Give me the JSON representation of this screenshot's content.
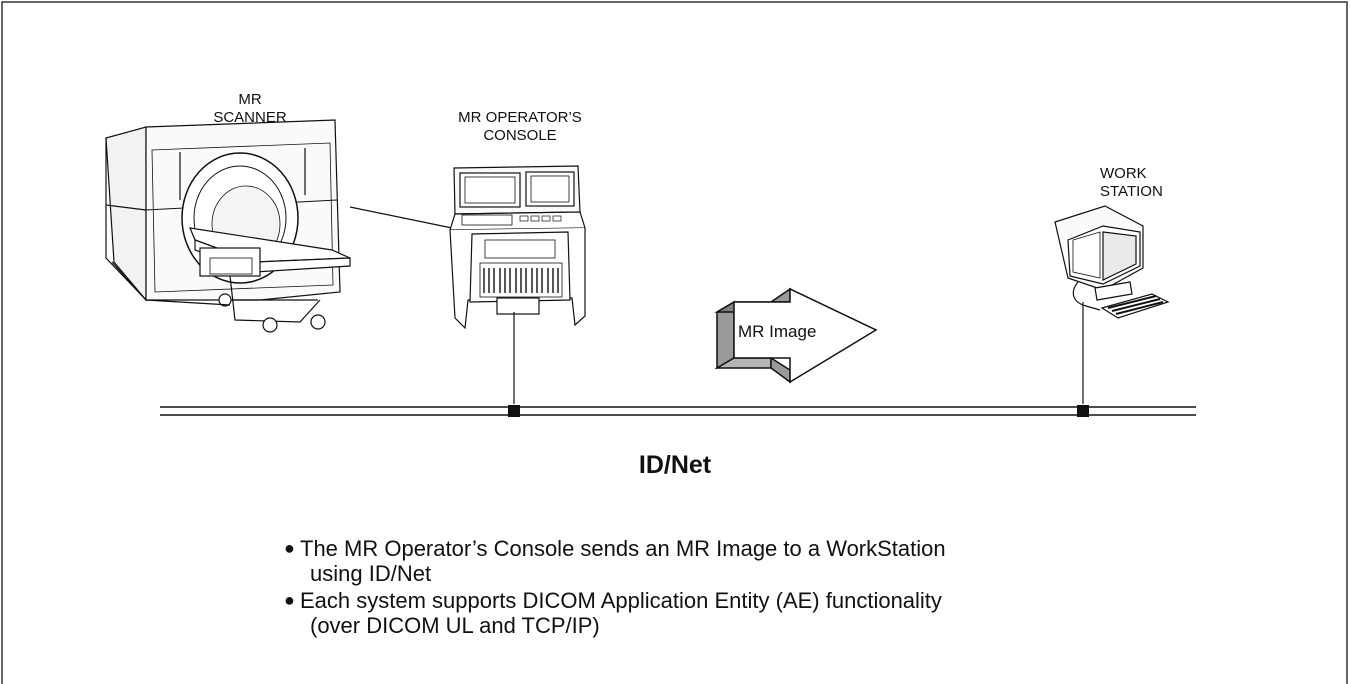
{
  "scanner": {
    "label_lines": [
      "MR",
      "SCANNER"
    ]
  },
  "console": {
    "label_lines": [
      "MR OPERATOR’S",
      "CONSOLE"
    ]
  },
  "workstation": {
    "label_lines": [
      "WORK",
      "STATION"
    ]
  },
  "transfer_arrow": {
    "label": "MR Image"
  },
  "network": {
    "name": "ID/Net"
  },
  "notes": [
    {
      "lines": [
        "The MR Operator’s Console sends an MR Image to a WorkStation",
        "using ID/Net"
      ]
    },
    {
      "lines": [
        "Each system supports DICOM Application Entity (AE) functionality",
        "(over DICOM UL and TCP/IP)"
      ]
    }
  ]
}
